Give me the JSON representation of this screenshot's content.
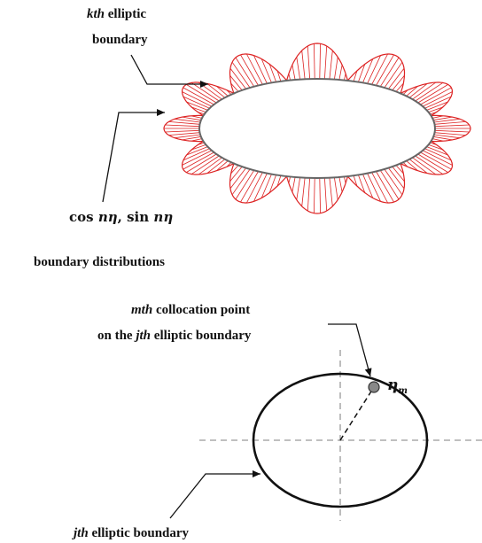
{
  "labels": {
    "kth": "kth",
    "elliptic": "elliptic",
    "boundary": "boundary",
    "cos": "cos",
    "n": "n",
    "eta": "η",
    "comma": ",",
    "sin": "sin",
    "boundary_distributions": "boundary distributions",
    "mth": "mth",
    "collocation_point": "collocation point",
    "on_the": "on the",
    "jth": "jth",
    "elliptic_boundary": "elliptic boundary",
    "eta_m": "η",
    "m": "m"
  },
  "colors": {
    "wave": "#dd2222",
    "ellipse": "#666666",
    "ellipse_bottom": "#111111",
    "axes": "#999999",
    "point": "#888888"
  },
  "wave": {
    "modes": 6
  }
}
